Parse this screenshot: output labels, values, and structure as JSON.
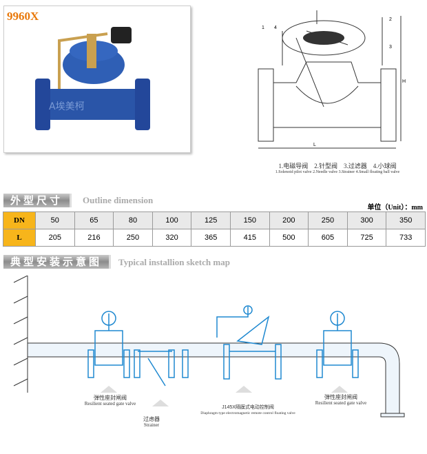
{
  "product": {
    "model": "9960X",
    "watermark": "A埃美柯"
  },
  "drawing": {
    "labels": [
      "1",
      "2",
      "3",
      "4",
      "H",
      "L"
    ],
    "caption_cn": "1.电磁导阀　2.针型阀　3.过滤器　4.小球阀",
    "caption_en": "1.Solenoid pilot valve 2.Needle valve 3.Strainer 4.Small floating ball valve"
  },
  "outline": {
    "title_cn": "外型尺寸",
    "title_en": "Outline dimension",
    "unit": "单位（Unit）：mm",
    "rows": [
      {
        "label": "DN",
        "values": [
          "50",
          "65",
          "80",
          "100",
          "125",
          "150",
          "200",
          "250",
          "300",
          "350"
        ]
      },
      {
        "label": "L",
        "values": [
          "205",
          "216",
          "250",
          "320",
          "365",
          "415",
          "500",
          "605",
          "725",
          "733"
        ]
      }
    ]
  },
  "install": {
    "title_cn": "典型安装示意图",
    "title_en": "Typical  installion sketch map",
    "gate1_cn": "弹性座封闸阀",
    "gate1_en": "Resilient seated gate valve",
    "strainer_cn": "过虑器",
    "strainer_en": "Strainer",
    "main_cn": "J145X隔膜式电动控制阀",
    "main_en": "Diaphragm type electromagnetic remote control floating valve",
    "gate2_cn": "弹性座封闸阀",
    "gate2_en": "Resilient seated gate valve"
  }
}
